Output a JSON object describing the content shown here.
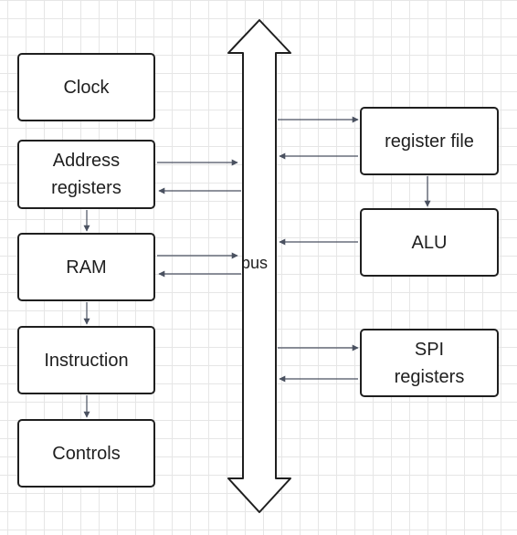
{
  "diagram": {
    "bus_label": "bus",
    "blocks": {
      "clock": [
        "Clock"
      ],
      "address_registers": [
        "Address",
        "registers"
      ],
      "ram": [
        "RAM"
      ],
      "instruction": [
        "Instruction"
      ],
      "controls": [
        "Controls"
      ],
      "register_file": [
        "register file"
      ],
      "alu": [
        "ALU"
      ],
      "spi_registers": [
        "SPI",
        "registers"
      ]
    },
    "colors": {
      "line": "#4a5160",
      "border": "#1f1f1f",
      "grid": "#e6e6e6"
    }
  }
}
